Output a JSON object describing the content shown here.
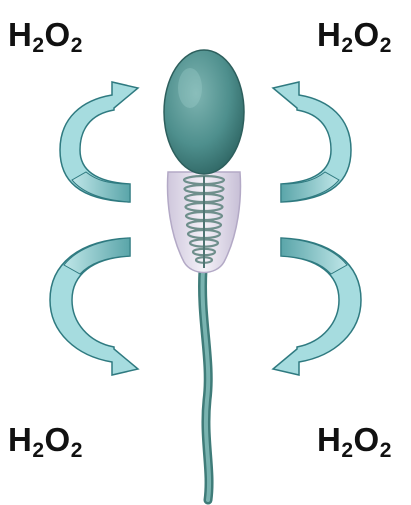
{
  "molecule": {
    "element_h": "H",
    "subscript_h": "2",
    "element_o": "O",
    "subscript_o": "2"
  },
  "colors": {
    "arrow_fill": "#a6dcdf",
    "arrow_stroke": "#2f7a80",
    "arrow_band": "#5aa5a9",
    "sperm_head": "#4e8f8d",
    "sperm_tail": "#5e9a97",
    "midpiece_sheath": "#e7e2ef",
    "midpiece_coil": "#6f8f8c",
    "text": "#111111"
  },
  "icons": {
    "arrow": "curved-arrow-icon",
    "cell": "sperm-cell-icon"
  }
}
